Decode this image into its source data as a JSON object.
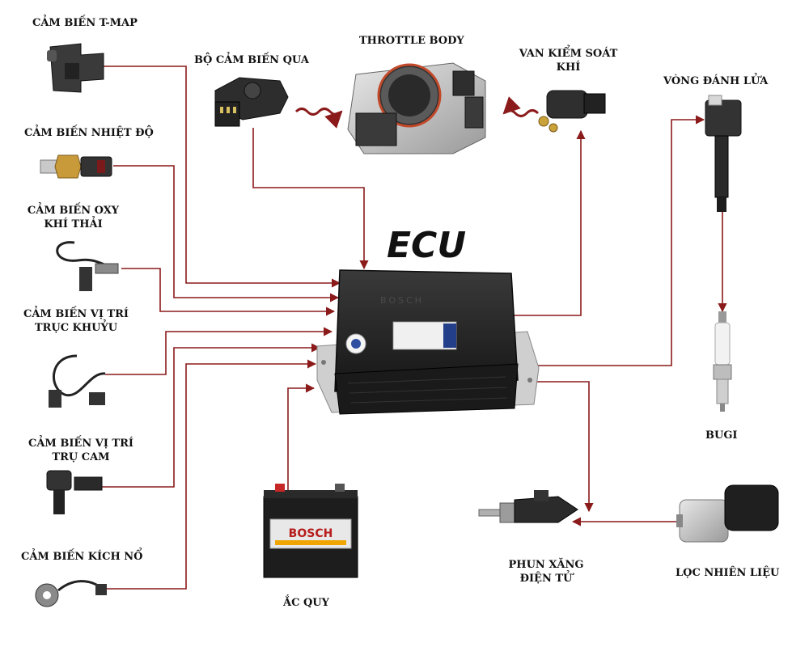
{
  "ecu": {
    "title": "ECU",
    "brand_text": "BOSCH"
  },
  "battery": {
    "brand_text": "BOSCH"
  },
  "components": [
    {
      "id": "tmap",
      "label": "CẢM BIẾN T-MAP"
    },
    {
      "id": "throttle_sensor",
      "label": "BỘ CẢM BIẾN QUA"
    },
    {
      "id": "throttle_body",
      "label": "THROTTLE BODY"
    },
    {
      "id": "air_valve",
      "label": "VAN KIỂM SOÁT KHÍ"
    },
    {
      "id": "ignition_coil",
      "label": "VÒNG ĐÁNH LỬA"
    },
    {
      "id": "temp_sensor",
      "label": "CẢM BIẾN NHIỆT ĐỘ"
    },
    {
      "id": "oxygen_sensor",
      "label": "CẢM BIẾN OXY KHÍ THẢI"
    },
    {
      "id": "crank_sensor",
      "label": "CẢM BIẾN VỊ TRÍ TRỤC KHUỶU"
    },
    {
      "id": "cam_sensor",
      "label": "CẢM BIẾN VỊ TRÍ TRỤ CAM"
    },
    {
      "id": "knock_sensor",
      "label": "CẢM BIẾN KÍCH NỔ"
    },
    {
      "id": "battery",
      "label": "ẮC QUY"
    },
    {
      "id": "injector",
      "label": "PHUN XĂNG ĐIỆN TỬ"
    },
    {
      "id": "fuel_filter",
      "label": "LỌC NHIÊN LIỆU"
    },
    {
      "id": "spark_plug",
      "label": "BUGI"
    }
  ],
  "colors": {
    "wire": "#8b1a1a",
    "ecu_body": "#2b2b2b",
    "text": "#111111"
  }
}
